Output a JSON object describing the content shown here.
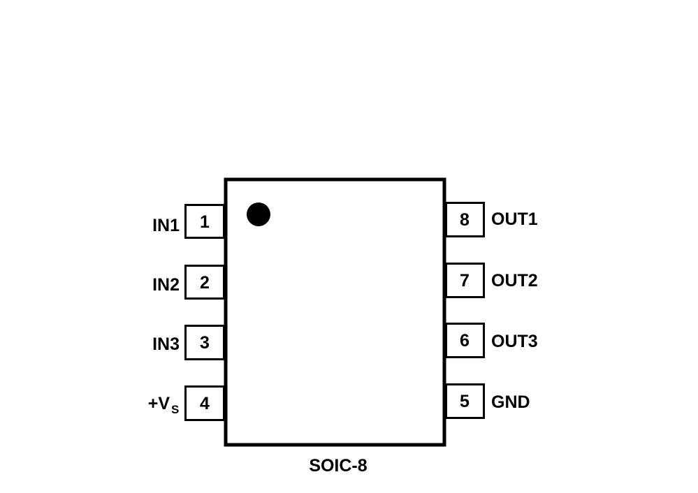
{
  "package": {
    "name": "SOIC-8"
  },
  "pins_left": [
    {
      "number": "1",
      "label": "IN1"
    },
    {
      "number": "2",
      "label": "IN2"
    },
    {
      "number": "3",
      "label": "IN3"
    },
    {
      "number": "4",
      "label": "+V",
      "label_sub": "S"
    }
  ],
  "pins_right": [
    {
      "number": "8",
      "label": "OUT1"
    },
    {
      "number": "7",
      "label": "OUT2"
    },
    {
      "number": "6",
      "label": "OUT3"
    },
    {
      "number": "5",
      "label": "GND"
    }
  ]
}
